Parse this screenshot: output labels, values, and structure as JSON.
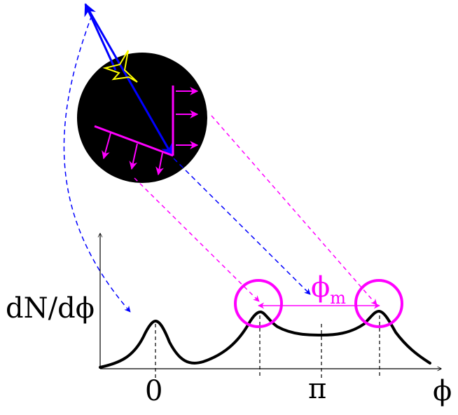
{
  "diagram": {
    "y_axis_label": "dN/dϕ",
    "x_tick_zero": "0",
    "x_tick_pi": "π",
    "x_axis_label": "ϕ",
    "cone_label_main": "ϕ",
    "cone_label_sub": "m"
  },
  "colors": {
    "curve": "#000000",
    "dashed_guides": "#000000",
    "jet_arrow": "#0000ff",
    "cone_markers": "#ff00ff",
    "star_outline": "#ffff00",
    "medium": "#000000"
  },
  "icons": {
    "trigger": "star-icon",
    "markers": "circle-icon"
  }
}
